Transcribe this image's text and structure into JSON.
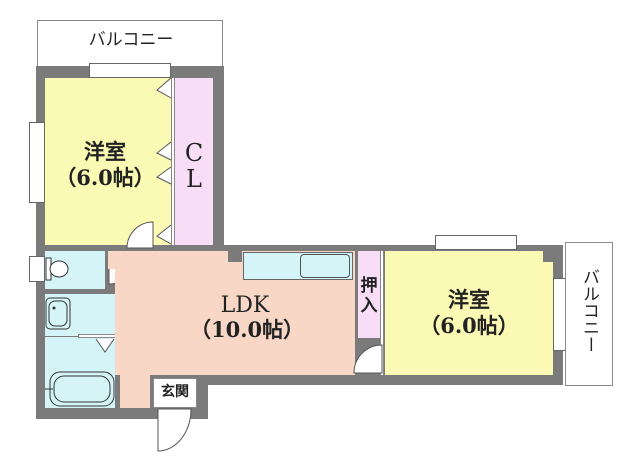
{
  "floorplan": {
    "rooms": {
      "bedroom_left": {
        "name": "洋室",
        "size": "（6.0帖）"
      },
      "closet": {
        "line1": "C",
        "line2": "L"
      },
      "ldk": {
        "name": "LDK",
        "size": "（10.0帖）"
      },
      "oshiire": {
        "line1": "押",
        "line2": "入"
      },
      "bedroom_right": {
        "name": "洋室",
        "size": "（6.0帖）"
      },
      "entrance": {
        "name": "玄関"
      }
    },
    "balconies": {
      "top": "バルコニー",
      "right": "バルコニー"
    },
    "colors": {
      "wall": "#7b7b7b",
      "bedroom": "#fafab4",
      "closet": "#f8ddf6",
      "ldk": "#f8d7c6",
      "wet_area": "#d4f4f8"
    }
  }
}
